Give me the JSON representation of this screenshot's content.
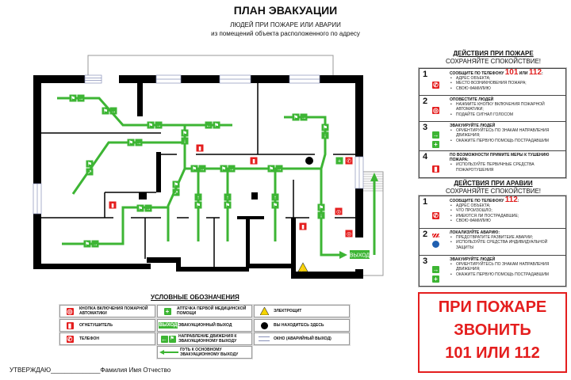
{
  "header": {
    "title": "ПЛАН ЭВАКУАЦИИ",
    "subtitle1": "ЛЮДЕЙ ПРИ ПОЖАРЕ ИЛИ АВАРИИ",
    "subtitle2": "из помещений объекта расположенного по адресу"
  },
  "plan": {
    "exit_label": "ВЫХОД"
  },
  "fire": {
    "heading": "ДЕЙСТВИЯ ПРИ ПОЖАРЕ",
    "calm": "СОХРАНЯЙТЕ СПОКОЙСТВИЕ!",
    "steps": [
      {
        "num": "1",
        "head": "СООБЩИТЕ ПО ТЕЛЕФОНУ",
        "n1": "101",
        "or": " ИЛИ ",
        "n2": "112",
        "colon": ":",
        "items": [
          "АДРЕС ОБЪЕКТА;",
          "МЕСТО ВОЗНИКНОВЕНИЯ ПОЖАРА;",
          "СВОЮ ФАМИЛИЮ"
        ]
      },
      {
        "num": "2",
        "head": "ОПОВЕСТИТЕ ЛЮДЕЙ",
        "items": [
          "НАЖМИТЕ КНОПКУ ВКЛЮЧЕНИЯ ПОЖАРНОЙ АВТОМАТИКИ;",
          "ПОДАЙТЕ СИГНАЛ ГОЛОСОМ"
        ]
      },
      {
        "num": "3",
        "head": "ЭВАКУИРУЙТЕ ЛЮДЕЙ",
        "items": [
          "ОРИЕНТИРУЙТЕСЬ ПО ЗНАКАМ НАПРАВЛЕНИЯ ДВИЖЕНИЯ;",
          "ОКАЖИТЕ ПЕРВУЮ ПОМОЩЬ ПОСТРАДАВШИМ"
        ]
      },
      {
        "num": "4",
        "head": "ПО ВОЗМОЖНОСТИ ПРИМИТЕ МЕРЫ К ТУШЕНИЮ ПОЖАРА:",
        "items": [
          "ИСПОЛЬЗУЙТЕ ПЕРВИЧНЫЕ СРЕДСТВА ПОЖАРОТУШЕНИЯ"
        ]
      }
    ]
  },
  "accident": {
    "heading": "ДЕЙСТВИЯ ПРИ АРАВИИ",
    "calm": "СОХРАНЯЙТЕ СПОКОЙСТВИЕ!",
    "steps": [
      {
        "num": "1",
        "head": "СООБЩИТЕ ПО ТЕЛЕФОНУ",
        "n1": "112",
        "colon": ":",
        "items": [
          "АДРЕС ОБЪЕКТА;",
          "ЧТО ПРОИЗОШЛО;",
          "ИМЕЮТСЯ ЛИ ПОСТРАДАВШИЕ;",
          "СВОЮ ФАМИЛИЮ"
        ]
      },
      {
        "num": "2",
        "head": "ЛОКАЛИЗУЙТЕ АВАРИЮ:",
        "items": [
          "ПРЕДОТВРАТИТЕ РАЗВИТЕИЕ АВАРИИ;",
          "ИСПОЛЬЗУЙТЕ СРЕДСТВА ИНДИВИДУАЛЬНОЙ ЗАЩИТЫ"
        ]
      },
      {
        "num": "3",
        "head": "ЭВАКУИРУЙТЕ ЛЮДЕЙ",
        "items": [
          "ОРИЕНТИРУЙТЕСЬ ПО ЗНАКАМ НАПРАВЛЕНИЯ ДВИЖЕНИЯ;",
          "ОКАЖИТЕ ПЕРВУЮ ПОМОЩЬ ПОСТРАДАВШИМ"
        ]
      }
    ]
  },
  "alert": {
    "line1": "ПРИ ПОЖАРЕ",
    "line2": "ЗВОНИТЬ",
    "line3": "101 ИЛИ 112"
  },
  "legend": {
    "title": "УСЛОВНЫЕ ОБОЗНАЧЕНИЯ",
    "fire_button": "КНОПКА ВКЛЮЧЕНИЯ ПОЖАРНОЙ АВТОМАТИКИ",
    "first_aid": "АПТЕЧКА ПЕРВОЙ МЕДИЦИНСКОЙ ПОМОЩИ",
    "electrical": "ЭЛЕКТРОЩИТ",
    "extinguisher": "ОГНЕТУШИТЕЛЬ",
    "exit_sign": "ВЫХОД",
    "exit": "ЭВАКУАЦИОННЫЙ ВЫХОД",
    "you_are_here": "ВЫ НАХОДИТЕСЬ ЗДЕСЬ",
    "phone": "ТЕЛЕФОН",
    "direction": "НАПРАВЛЕНИЕ ДВИЖЕНИЯ К ЭВАКУАЦИОННОМУ ВЫХОДУ",
    "window": "ОКНО (АВАРИЙНЫЙ ВЫХОД)",
    "main_path": "ПУТЬ К ОСНОВНОМУ ЭВАКУАЦИОННОМУ ВЫХОДУ"
  },
  "footer": {
    "approve": "УТВЕРЖДАЮ______________",
    "name": "Фамилия Имя Отчество"
  },
  "colors": {
    "green": "#3db534",
    "red": "#e41e1e"
  }
}
